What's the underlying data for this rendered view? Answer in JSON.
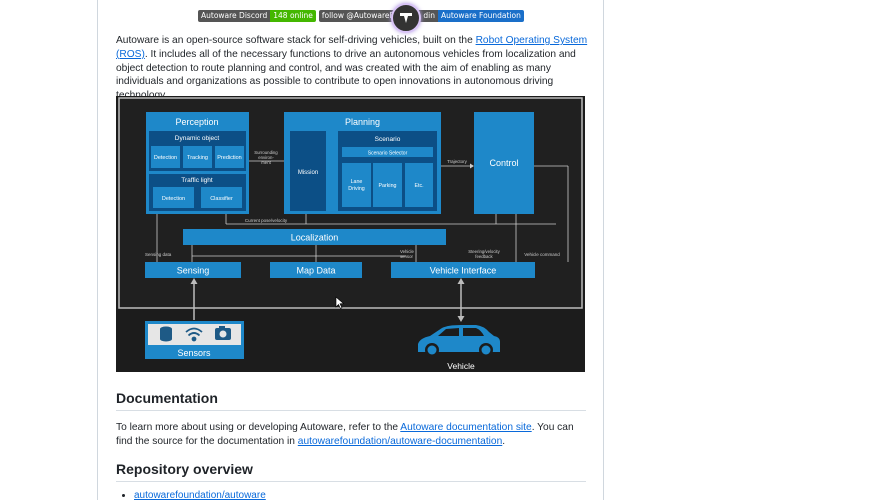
{
  "badges": {
    "discord": {
      "label": "Autoware Discord",
      "value": "148 online"
    },
    "twitter": {
      "label": "follow @AutowareFdn"
    },
    "linkedin": {
      "left": "din",
      "value": "Autoware Foundation"
    }
  },
  "intro": {
    "text_before": "Autoware is an open-source software stack for self-driving vehicles, built on the ",
    "link": "Robot Operating System (ROS)",
    "text_after": ". It includes all of the necessary functions to drive an autonomous vehicles from localization and object detection to route planning and control, and was created with the aim of enabling as many individuals and organizations as possible to contribute to open innovations in autonomous driving technology."
  },
  "diagram": {
    "perception": "Perception",
    "dynamic_object": "Dynamic object",
    "detection": "Detection",
    "tracking": "Tracking",
    "prediction": "Prediction",
    "traffic_light": "Traffic light",
    "tl_detection": "Detection",
    "classifier": "Classifier",
    "surrounding_1": "Surrounding",
    "surrounding_2": "environ-",
    "surrounding_3": "ment",
    "planning": "Planning",
    "mission": "Mission",
    "scenario": "Scenario",
    "scenario_selector": "Scenario Selector",
    "lane_1": "Lane",
    "lane_2": "Driving",
    "parking": "Parking",
    "etc": "Etc.",
    "trajectory": "Trajectory",
    "control": "Control",
    "current_pose": "Current pose/velocity",
    "localization": "Localization",
    "sensing_data": "Sensing data",
    "vehicle_sensor_1": "Vehicle",
    "vehicle_sensor_2": "sensor",
    "steering_1": "Steering/velocity",
    "steering_2": "feedback",
    "vehicle_command": "Vehicle command",
    "sensing": "Sensing",
    "map_data": "Map Data",
    "vehicle_interface": "Vehicle Interface",
    "sensors": "Sensors",
    "vehicle": "Vehicle"
  },
  "documentation": {
    "heading": "Documentation",
    "text_before": "To learn more about using or developing Autoware, refer to the ",
    "link1": "Autoware documentation site",
    "text_middle": ". You can find the source for the documentation in ",
    "link2": "autowarefoundation/autoware-documentation",
    "text_after": "."
  },
  "repository": {
    "heading": "Repository overview",
    "items": [
      "autowarefoundation/autoware"
    ]
  },
  "colors": {
    "accent": "#0969da",
    "diagram_bg": "#1c1c1c",
    "block_blue": "#1e88c9",
    "block_dark": "#0c4f86"
  }
}
